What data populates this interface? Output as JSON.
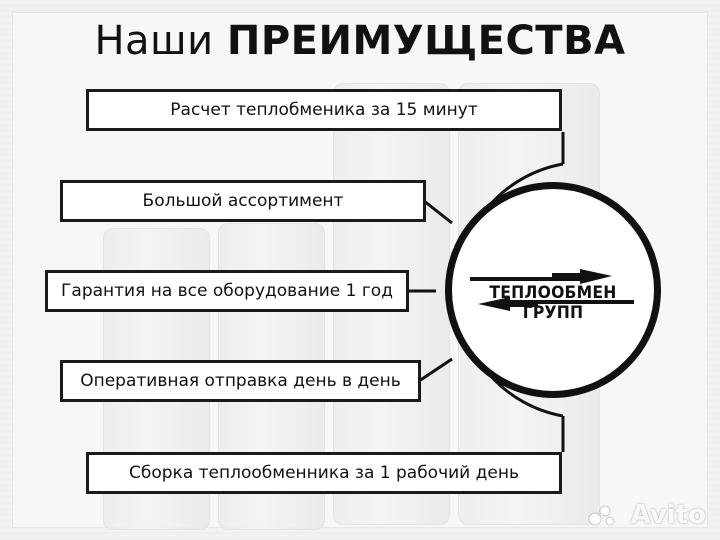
{
  "title": {
    "light": "Наши",
    "bold": "ПРЕИМУЩЕСТВА"
  },
  "advantages": [
    {
      "label": "Расчет теплобменика за 15 минут"
    },
    {
      "label": "Большой ассортимент"
    },
    {
      "label": "Гарантия на все оборудование 1 год"
    },
    {
      "label": "Оперативная отправка день в день"
    },
    {
      "label": "Сборка теплообменника за 1 рабочий день"
    }
  ],
  "logo": {
    "text": "ТЕПЛООБМЕН ГРУПП"
  },
  "watermark": {
    "text": "Avito"
  }
}
